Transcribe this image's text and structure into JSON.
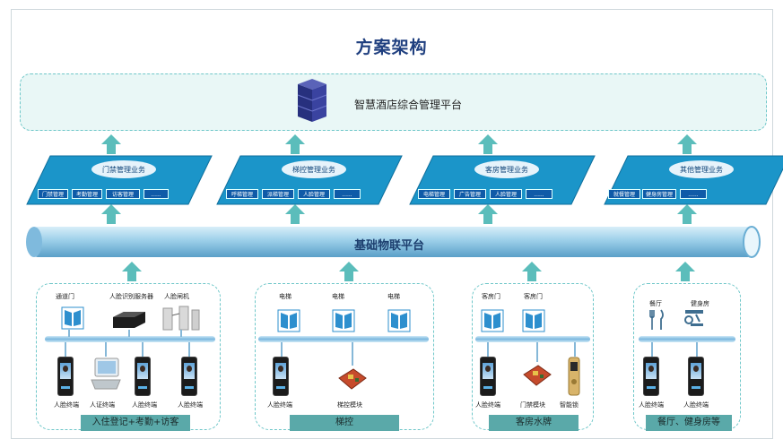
{
  "title": "方案架构",
  "platform": {
    "label": "智慧酒店综合管理平台",
    "icon": "server-stack-icon"
  },
  "base_platform": "基础物联平台",
  "services": [
    {
      "name": "门禁管理业务",
      "tags": [
        "门禁管理",
        "考勤管理",
        "访客管理",
        "......"
      ]
    },
    {
      "name": "梯控管理业务",
      "tags": [
        "呼梯管理",
        "派梯管理",
        "人脸管理",
        "......"
      ]
    },
    {
      "name": "客房管理业务",
      "tags": [
        "电梯管理",
        "广告管理",
        "人脸管理",
        "......"
      ]
    },
    {
      "name": "其他管理业务",
      "tags": [
        "就餐管理",
        "健身房管理",
        "......"
      ]
    }
  ],
  "groups": [
    {
      "footer": "入住登记+考勤+访客",
      "top_devices": [
        "通道门",
        "人脸识别服务器",
        "人脸闸机"
      ],
      "bottom_devices": [
        "人脸终端",
        "人证终端",
        "人脸终端",
        "人脸终端"
      ]
    },
    {
      "footer": "梯控",
      "top_devices": [
        "电梯",
        "电梯",
        "电梯"
      ],
      "bottom_devices": [
        "人脸终端",
        "梯控模块"
      ]
    },
    {
      "footer": "客房水牌",
      "top_devices": [
        "客房门",
        "客房门"
      ],
      "bottom_devices": [
        "人脸终端",
        "门禁模块",
        "智能锁"
      ]
    },
    {
      "footer": "餐厅、健身房等",
      "top_devices": [
        "餐厅",
        "健身房"
      ],
      "bottom_devices": [
        "人脸终端",
        "人脸终端"
      ]
    }
  ],
  "colors": {
    "accent": "#5bbdbb",
    "title": "#1f3f7f",
    "plate": "#1b95c9",
    "tag": "#0f5ba8"
  }
}
